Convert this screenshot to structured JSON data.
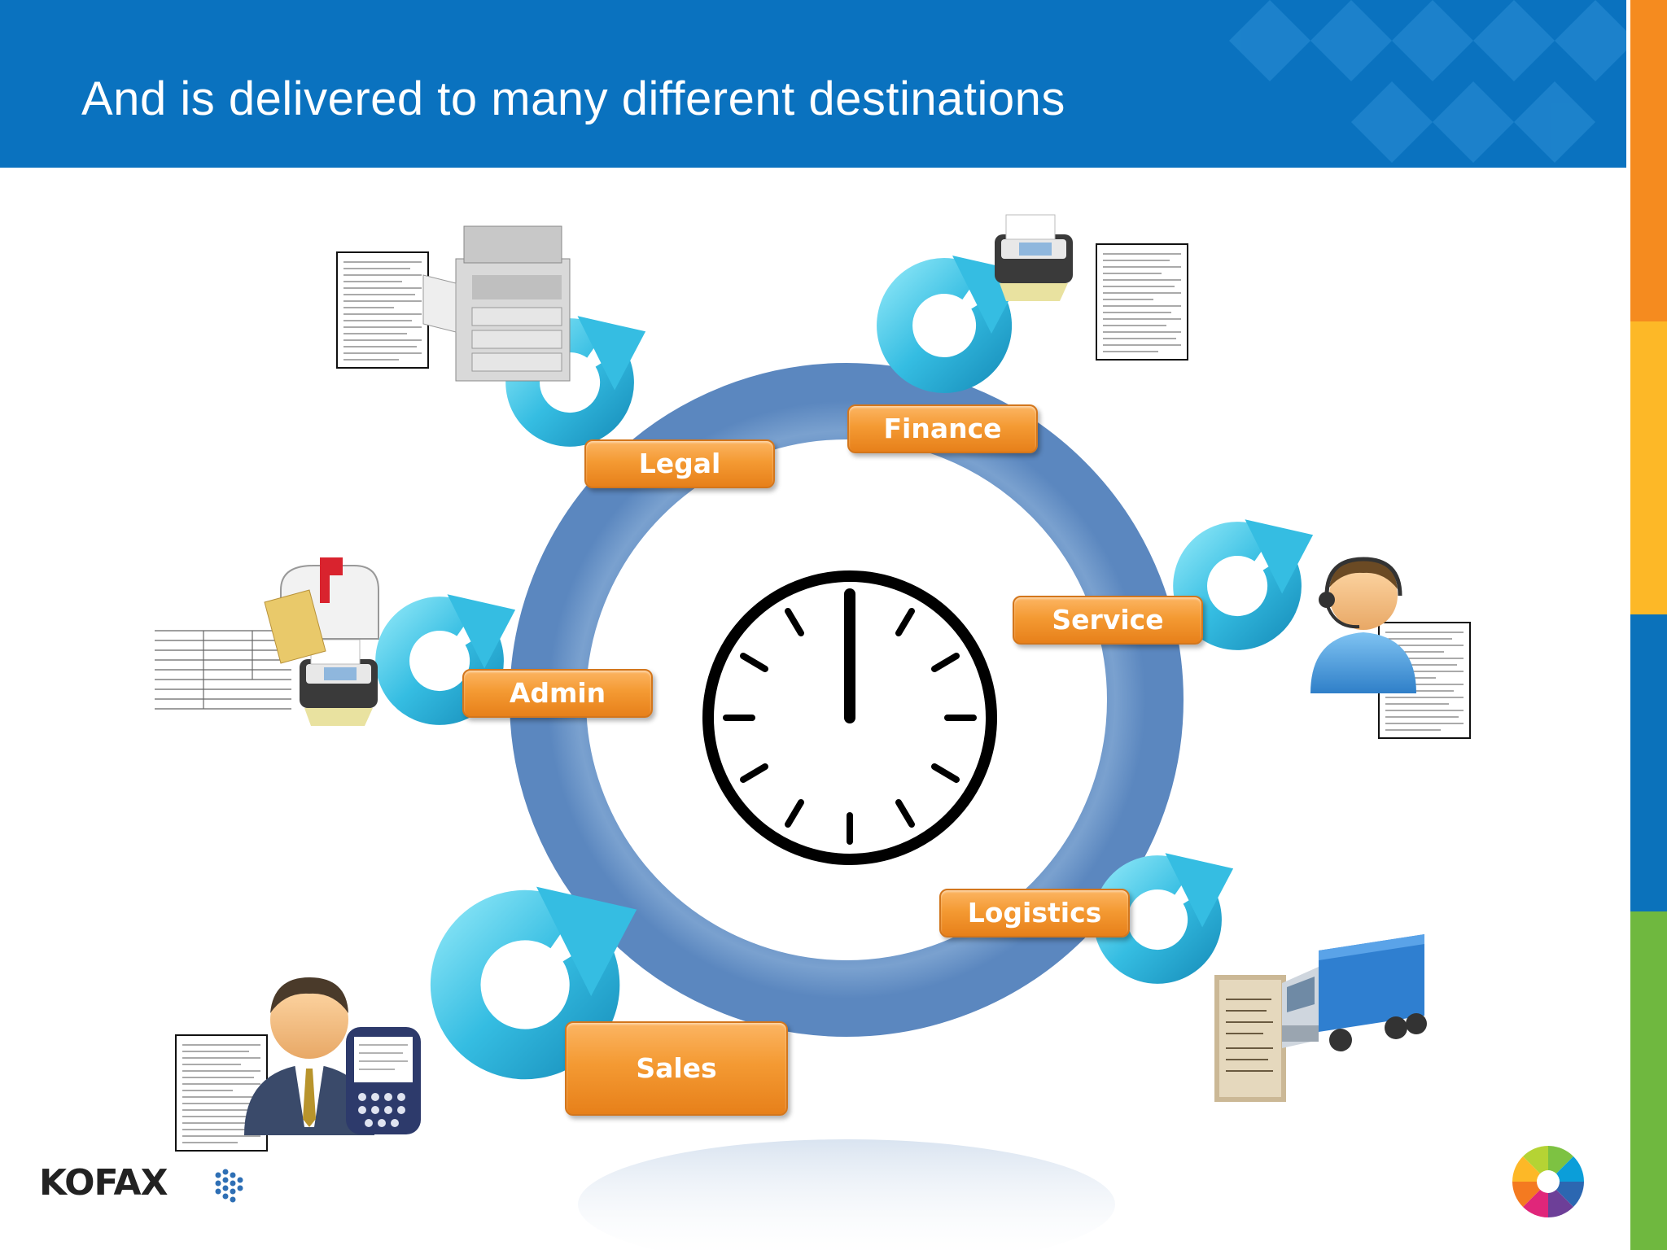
{
  "slide": {
    "title": "And is delivered to many different destinations"
  },
  "departments": [
    {
      "key": "legal",
      "label": "Legal"
    },
    {
      "key": "finance",
      "label": "Finance"
    },
    {
      "key": "service",
      "label": "Service"
    },
    {
      "key": "admin",
      "label": "Admin"
    },
    {
      "key": "logistics",
      "label": "Logistics"
    },
    {
      "key": "sales",
      "label": "Sales"
    }
  ],
  "logos": {
    "kofax": "KOFAX",
    "alfresco": "alfresco-flower-icon"
  },
  "colors": {
    "header_blue": "#0a72bf",
    "ring_blue": "#6f98c8",
    "cycle_cyan": "#3bbfe0",
    "label_orange": "#f49a33",
    "stripe": [
      "#f58b1f",
      "#fdb827",
      "#0b72bb",
      "#6fb83f"
    ]
  }
}
